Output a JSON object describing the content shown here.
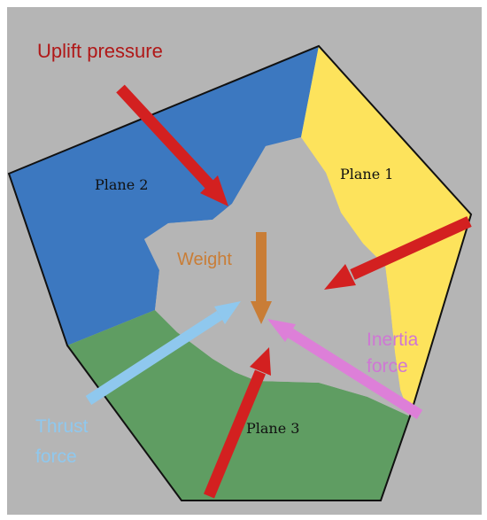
{
  "planes": {
    "plane1": {
      "label": "Plane 1",
      "color": "#fde35c"
    },
    "plane2": {
      "label": "Plane 2",
      "color": "#3c78c0"
    },
    "plane3": {
      "label": "Plane 3",
      "color": "#5f9d62"
    }
  },
  "background_color": "#b5b5b5",
  "outline_color": "#111111",
  "forces": {
    "uplift": {
      "label": "Uplift pressure",
      "color": "#d32020",
      "text_color": "#b01818"
    },
    "weight": {
      "label": "Weight",
      "color": "#c97d36",
      "text_color": "#c97d36"
    },
    "inertia": {
      "label_line1": "Inertia",
      "label_line2": "force",
      "color": "#dd7fd8",
      "text_color": "#cf77d4"
    },
    "thrust": {
      "label_line1": "Thrust",
      "label_line2": "force",
      "color": "#8fc8ee",
      "text_color": "#8fc8ee"
    }
  }
}
